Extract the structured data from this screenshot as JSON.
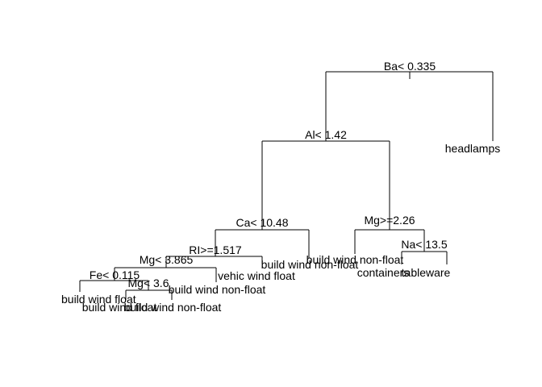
{
  "tree": {
    "stroke_color": "#000000",
    "splits": {
      "ba": "Ba< 0.335",
      "al": "Al< 1.42",
      "ca": "Ca< 10.48",
      "mg226": "Mg>=2.26",
      "ri": "RI>=1.517",
      "na": "Na< 13.5",
      "mg3865": "Mg< 3.865",
      "fe": "Fe< 0.115",
      "mg36": "Mg< 3.6"
    },
    "leaves": {
      "headlamps": "headlamps",
      "nonfloat_ca_right": "build wind non-float",
      "nonfloat_ri_right": "build wind non-float",
      "vehic": "vehic wind float",
      "containers": "containers",
      "tableware": "tableware",
      "nonfloat_mg36_parent_right": "build wind non-float",
      "float_fe_left": "build wind float",
      "float_mg36_left": "build wind float",
      "nonfloat_mg36_right": "build wind non-float"
    }
  }
}
